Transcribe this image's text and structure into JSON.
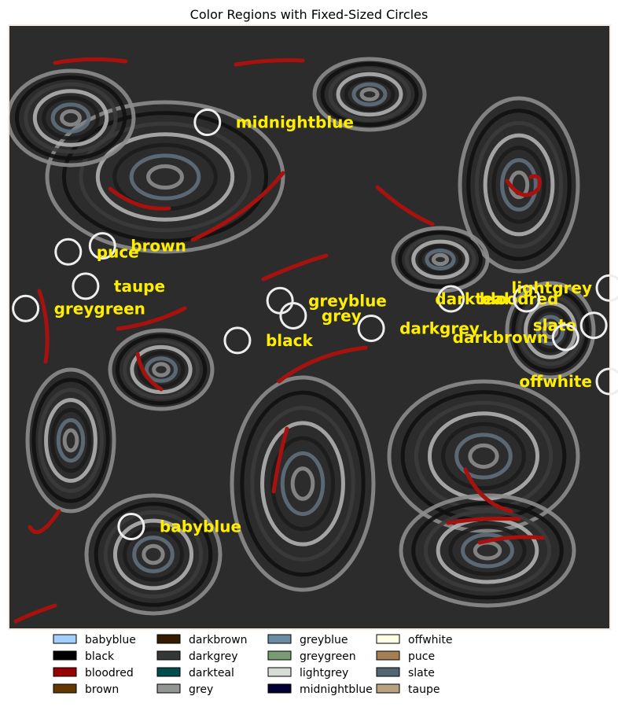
{
  "chart_data": {
    "type": "heatmap",
    "title": "Color Regions with Fixed-Sized Circles",
    "xlabel": "",
    "ylabel": "",
    "label_color": "#ffee00",
    "circle_color": "#eeeeee",
    "circles": [
      {
        "label": "midnightblue",
        "x": 0.33,
        "y": 0.84
      },
      {
        "label": "brown",
        "x": 0.155,
        "y": 0.635
      },
      {
        "label": "puce",
        "x": 0.098,
        "y": 0.625
      },
      {
        "label": "taupe",
        "x": 0.127,
        "y": 0.568
      },
      {
        "label": "greygreen",
        "x": 0.027,
        "y": 0.531
      },
      {
        "label": "greyblue",
        "x": 0.451,
        "y": 0.544
      },
      {
        "label": "grey",
        "x": 0.473,
        "y": 0.519
      },
      {
        "label": "black",
        "x": 0.38,
        "y": 0.478
      },
      {
        "label": "darkgrey",
        "x": 0.603,
        "y": 0.498
      },
      {
        "label": "bloodred",
        "x": 0.736,
        "y": 0.547
      },
      {
        "label": "darkteal",
        "x": 0.862,
        "y": 0.547
      },
      {
        "label": "lightgrey",
        "x": 1.0,
        "y": 0.565
      },
      {
        "label": "slate",
        "x": 0.974,
        "y": 0.503
      },
      {
        "label": "darkbrown",
        "x": 0.927,
        "y": 0.483
      },
      {
        "label": "offwhite",
        "x": 1.0,
        "y": 0.41
      },
      {
        "label": "babyblue",
        "x": 0.203,
        "y": 0.169
      }
    ],
    "legend": {
      "location": "bottom",
      "columns": 5,
      "entries": [
        {
          "label": "babyblue",
          "color": "#a2cffe"
        },
        {
          "label": "black",
          "color": "#000000"
        },
        {
          "label": "bloodred",
          "color": "#980002"
        },
        {
          "label": "brown",
          "color": "#653700"
        },
        {
          "label": "darkbrown",
          "color": "#341c02"
        },
        {
          "label": "darkgrey",
          "color": "#363737"
        },
        {
          "label": "darkteal",
          "color": "#014d4e"
        },
        {
          "label": "grey",
          "color": "#929591"
        },
        {
          "label": "greyblue",
          "color": "#6b8ba4"
        },
        {
          "label": "greygreen",
          "color": "#789b73"
        },
        {
          "label": "lightgrey",
          "color": "#d8dcd6"
        },
        {
          "label": "midnightblue",
          "color": "#020035"
        },
        {
          "label": "offwhite",
          "color": "#ffffe4"
        },
        {
          "label": "puce",
          "color": "#a57e52"
        },
        {
          "label": "slate",
          "color": "#516572"
        },
        {
          "label": "taupe",
          "color": "#b9a281"
        }
      ]
    }
  }
}
